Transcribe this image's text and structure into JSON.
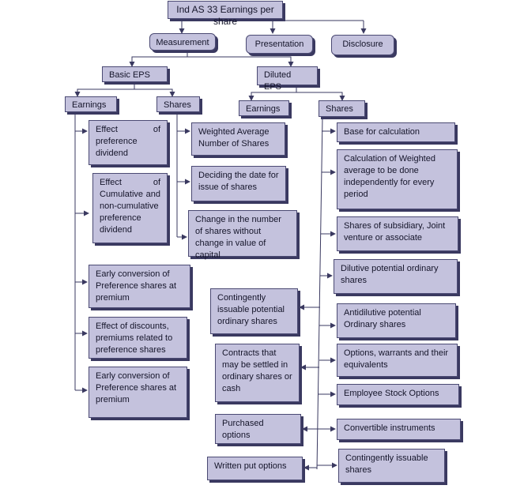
{
  "diagram": {
    "root": "Ind AS 33 Earnings per share",
    "top_branches": {
      "measurement": "Measurement",
      "presentation": "Presentation",
      "disclosure": "Disclosure"
    },
    "basic_eps": {
      "title": "Basic EPS",
      "earnings": {
        "title": "Earnings",
        "items": [
          "Effect of preference dividend",
          "Effect of Cumulative and non-cumulative preference dividend",
          "Early conversion of Preference shares at premium",
          "Effect of discounts, premiums related to preference shares",
          "Early conversion of Preference shares at premium"
        ]
      },
      "shares": {
        "title": "Shares",
        "items": [
          "Weighted Average Number of Shares",
          "Deciding the date for issue of shares",
          "Change in the number of shares without change in value of capital"
        ]
      }
    },
    "diluted_eps": {
      "title": "Diluted EPS",
      "earnings": {
        "title": "Earnings"
      },
      "shares": {
        "title": "Shares",
        "items": [
          "Base for calculation",
          "Calculation of Weighted average to be done independently for every period",
          "Shares of subsidiary, Joint venture or associate",
          "Dilutive potential ordinary shares",
          "Antidilutive potential Ordinary shares",
          "Options, warrants and their equivalents",
          "Employee Stock Options",
          "Convertible instruments",
          "Contingently issuable shares"
        ]
      },
      "related_items": [
        "Contingently issuable potential ordinary shares",
        "Contracts that may be settled in ordinary shares or cash",
        "Purchased options",
        "Written put options"
      ]
    }
  },
  "colors": {
    "box_fill": "#c4c2dd",
    "box_border": "#4b4a73",
    "box_shadow": "#3a3960",
    "connector": "#3a3960"
  }
}
